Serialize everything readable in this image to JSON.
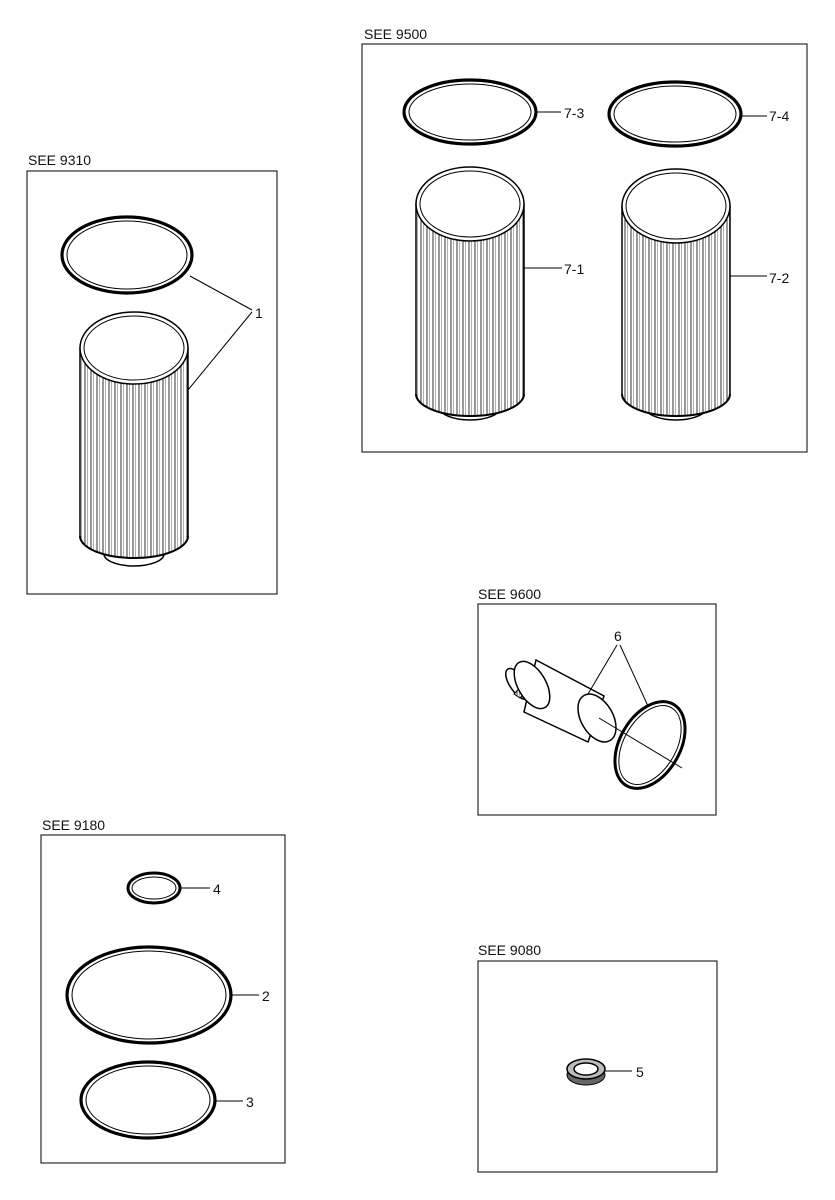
{
  "panels": [
    {
      "id": "p9500",
      "title": "SEE 9500"
    },
    {
      "id": "p9310",
      "title": "SEE 9310"
    },
    {
      "id": "p9600",
      "title": "SEE 9600"
    },
    {
      "id": "p9180",
      "title": "SEE 9180"
    },
    {
      "id": "p9080",
      "title": "SEE 9080"
    }
  ],
  "callouts": {
    "c73": "7-3",
    "c74": "7-4",
    "c71": "7-1",
    "c72": "7-2",
    "c1": "1",
    "c6": "6",
    "c4": "4",
    "c2": "2",
    "c3": "3",
    "c5": "5"
  },
  "parts": {
    "p9500": [
      "o-ring-icon",
      "o-ring-icon",
      "filter-cartridge-icon",
      "filter-cartridge-icon"
    ],
    "p9310": [
      "o-ring-icon",
      "filter-cartridge-icon"
    ],
    "p9600": [
      "filter-cartridge-icon",
      "o-ring-icon"
    ],
    "p9180": [
      "o-ring-icon",
      "o-ring-icon",
      "o-ring-icon"
    ],
    "p9080": [
      "seal-ring-icon"
    ]
  }
}
